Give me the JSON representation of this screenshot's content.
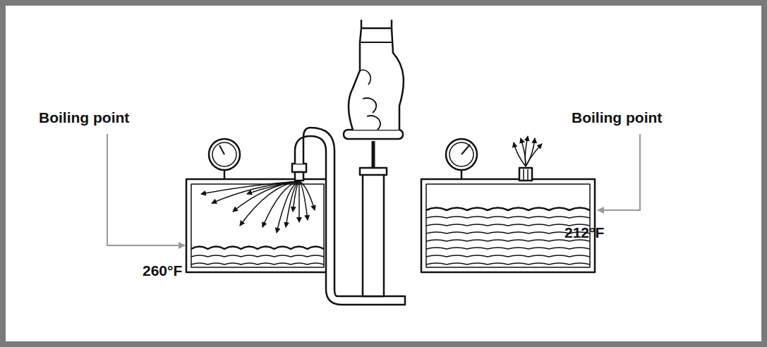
{
  "diagram": {
    "labels": [
      "Boiling point",
      "Boiling point",
      "260°F",
      "212°F"
    ]
  }
}
